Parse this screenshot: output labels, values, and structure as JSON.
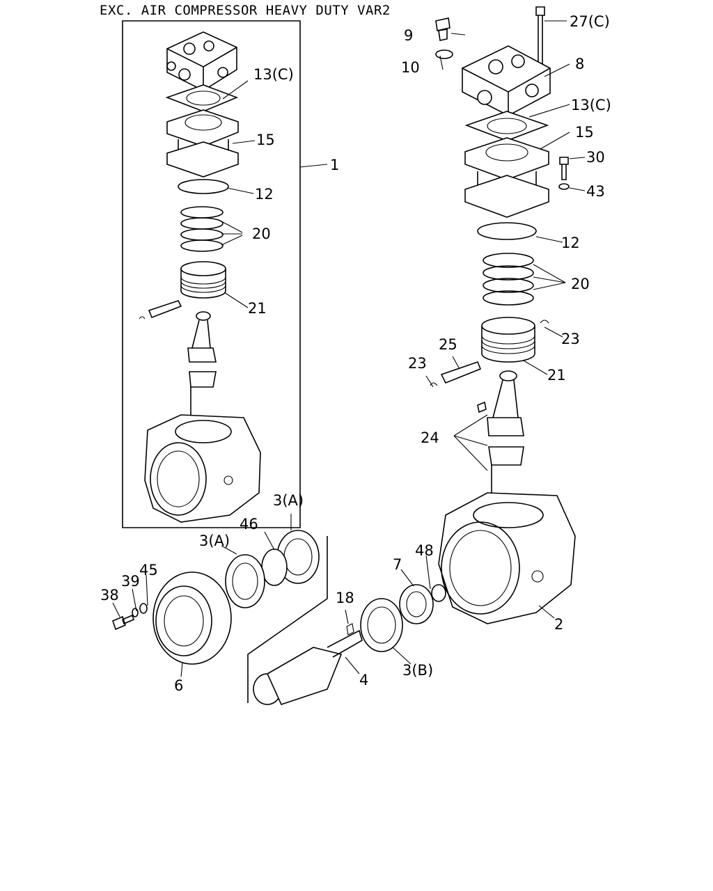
{
  "title": "EXC. AIR COMPRESSOR HEAVY DUTY VAR2",
  "labels": {
    "l1": "1",
    "l13c_left": "13(C)",
    "l15_left": "15",
    "l12_left": "12",
    "l20_left": "20",
    "l21_left": "21",
    "l9": "9",
    "l10": "10",
    "l27c": "27(C)",
    "l8": "8",
    "l13c_right": "13(C)",
    "l15_right": "15",
    "l30": "30",
    "l43": "43",
    "l12_right": "12",
    "l20_right": "20",
    "l23_right": "23",
    "l25": "25",
    "l23_left": "23",
    "l21_right": "21",
    "l24": "24",
    "l3a_top": "3(A)",
    "l46": "46",
    "l3a_mid": "3(A)",
    "l48": "48",
    "l7": "7",
    "l45": "45",
    "l39": "39",
    "l38": "38",
    "l18": "18",
    "l2": "2",
    "l3b": "3(B)",
    "l4": "4",
    "l6": "6"
  },
  "icons": [
    "cylinder-head",
    "gasket",
    "cylinder",
    "o-ring",
    "piston-rings",
    "piston",
    "connecting-rod",
    "crankcase",
    "bearing",
    "crankshaft",
    "bearing-housing",
    "oil-seal",
    "bolt",
    "washer",
    "plug"
  ]
}
